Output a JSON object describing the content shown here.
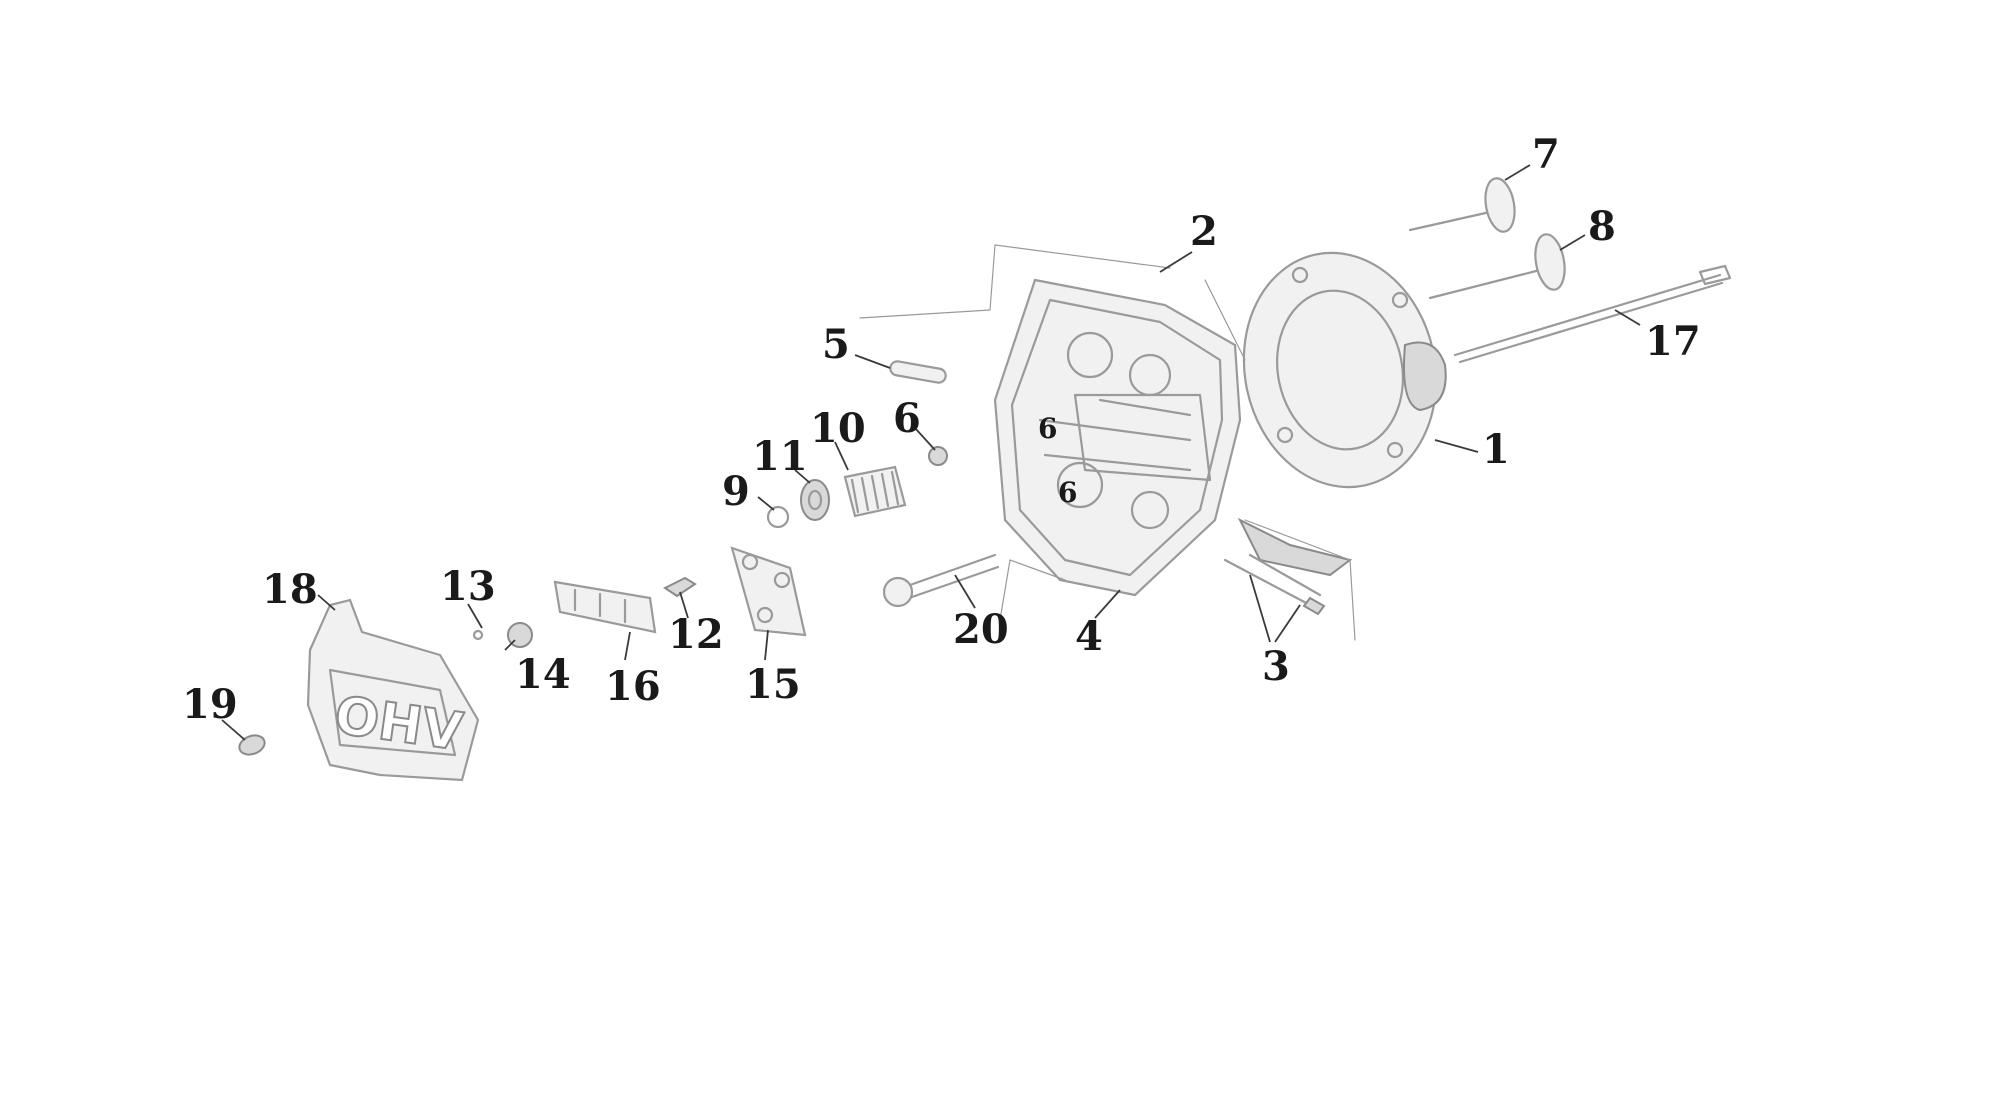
{
  "diagram": {
    "callouts": [
      "1",
      "2",
      "3",
      "4",
      "5",
      "6",
      "7",
      "8",
      "9",
      "10",
      "11",
      "12",
      "13",
      "14",
      "15",
      "16",
      "17",
      "18",
      "19",
      "20"
    ],
    "inner_marks": [
      "6",
      "6"
    ],
    "cover_lettering": "OHV"
  }
}
